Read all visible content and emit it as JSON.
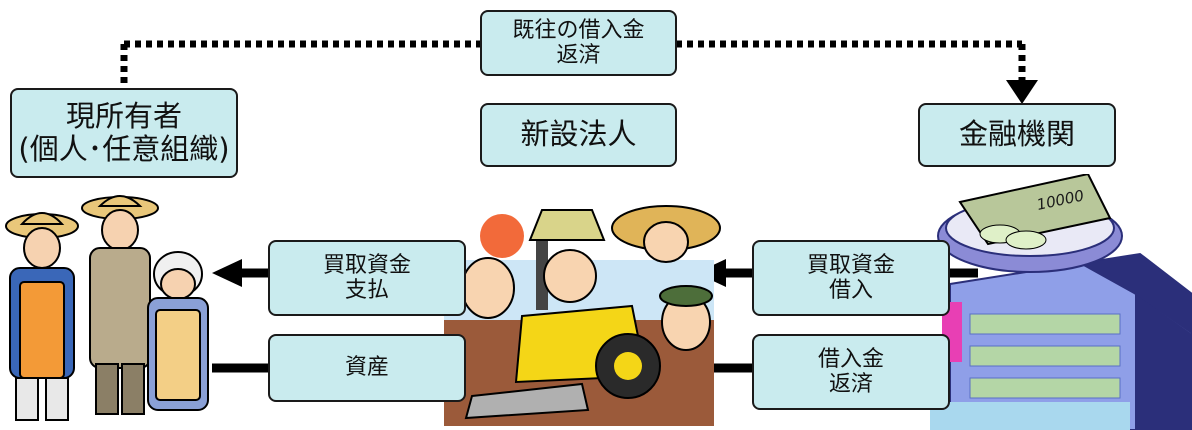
{
  "colors": {
    "box_fill": "#c9ebee",
    "box_border": "#1a1a1a",
    "arrow": "#000000",
    "building_wall": "#8f9fe8",
    "building_roof": "#2b2f7a",
    "building_accent": "#e83fb4",
    "money_green": "#b8c79a"
  },
  "nodes": {
    "owner": {
      "line1": "現所有者",
      "line2": "(個人･任意組織)"
    },
    "corporation": {
      "line1": "新設法人"
    },
    "bank": {
      "line1": "金融機関"
    }
  },
  "flows": {
    "prior_repayment": {
      "line1": "既往の借入金",
      "line2": "返済"
    },
    "purchase_payment": {
      "line1": "買取資金",
      "line2": "支払"
    },
    "assets": {
      "line1": "資産"
    },
    "purchase_loan": {
      "line1": "買取資金",
      "line2": "借入"
    },
    "loan_repayment": {
      "line1": "借入金",
      "line2": "返済"
    }
  },
  "illustrations": {
    "farmers": "farmers-illustration",
    "tractor": "tractor-farmers-illustration",
    "bank": "bank-building-money-illustration",
    "banknote_text": "10000"
  }
}
